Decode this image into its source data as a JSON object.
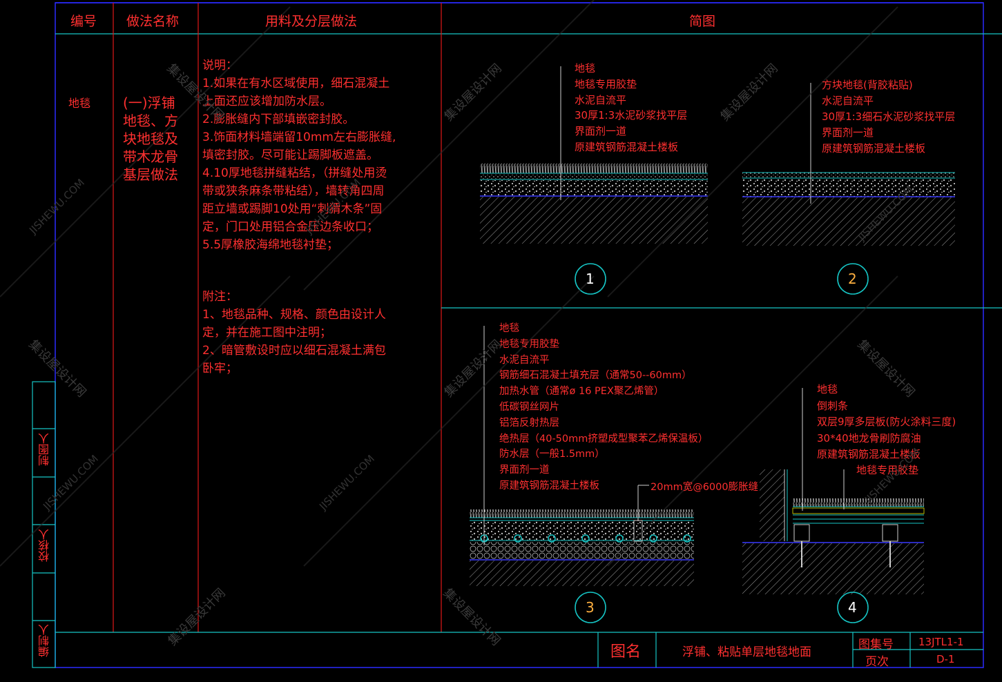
{
  "header": {
    "col_no": "编号",
    "col_name": "做法名称",
    "col_material": "用料及分层做法",
    "col_sketch": "简图"
  },
  "row": {
    "code": "地毯",
    "name_lines": [
      "(一)浮铺",
      "地毯、方",
      "块地毯及",
      "带木龙骨",
      "基层做法"
    ],
    "notes": [
      "说明：",
      "1.如果在有水区域使用，细石混凝土",
      "上面还应该增加防水层。",
      "2.膨胀缝内下部填嵌密封胶。",
      "3.饰面材料墙端留10mm左右膨胀缝,",
      "填密封胶。尽可能让踢脚板遮盖。",
      "4.10厚地毯拼缝粘结，（拼缝处用烫",
      "带或狭条麻条带粘结），墙转角四周",
      "距立墙或踢脚10处用“刺猬木条”固",
      "定，门口处用铝合金压边条收口；",
      "5.5厚橡胶海绵地毯衬垫；"
    ],
    "appendix": [
      "附注：",
      "1、地毯品种、规格、颜色由设计人",
      "定，并在施工图中注明；",
      "2、暗管敷设时应以细石混凝土满包",
      "卧牢；"
    ]
  },
  "details": {
    "d1": {
      "number": "1",
      "layers": [
        "地毯",
        "地毯专用胶垫",
        "水泥自流平",
        "30厚1:3水泥砂浆找平层",
        "界面剂一道",
        "原建筑钢筋混凝土楼板"
      ]
    },
    "d2": {
      "number": "2",
      "layers": [
        "方块地毯(背胶粘贴)",
        "水泥自流平",
        "30厚1:3细石水泥砂浆找平层",
        "界面剂一道",
        "原建筑钢筋混凝土楼板"
      ]
    },
    "d3": {
      "number": "3",
      "layers": [
        "地毯",
        "地毯专用胶垫",
        "水泥自流平",
        "钢筋细石混凝土填充层（通常50--60mm）",
        "加热水管（通常ø 16 PEX聚乙烯管）",
        "低碳钢丝网片",
        "铝箔反射热层",
        "绝热层（40-50mm挤塑成型聚苯乙烯保温板）",
        "防水层（一般1.5mm）",
        "界面剂一道",
        "原建筑钢筋混凝土楼板"
      ],
      "joint_note": "20mm宽@6000膨胀缝"
    },
    "d4": {
      "number": "4",
      "layers": [
        "地毯",
        "倒刺条",
        "双层9厚多层板(防火涂料三度)",
        "30*40地龙骨刷防腐油",
        "原建筑钢筋混凝土楼板"
      ],
      "pad_note": "地毯专用胶垫"
    }
  },
  "sidebar": {
    "labels": [
      "制图人",
      "校核人",
      "编制人"
    ]
  },
  "titleblock": {
    "name_label": "图名",
    "title": "浮铺、粘贴单层地毯地面",
    "atlas_label": "图集号",
    "atlas_value": "13JTL1-1",
    "page_label": "页次",
    "page_value": "D-1"
  },
  "watermark": {
    "text": "集设屋设计网",
    "url": "JISHEWU.COM"
  }
}
